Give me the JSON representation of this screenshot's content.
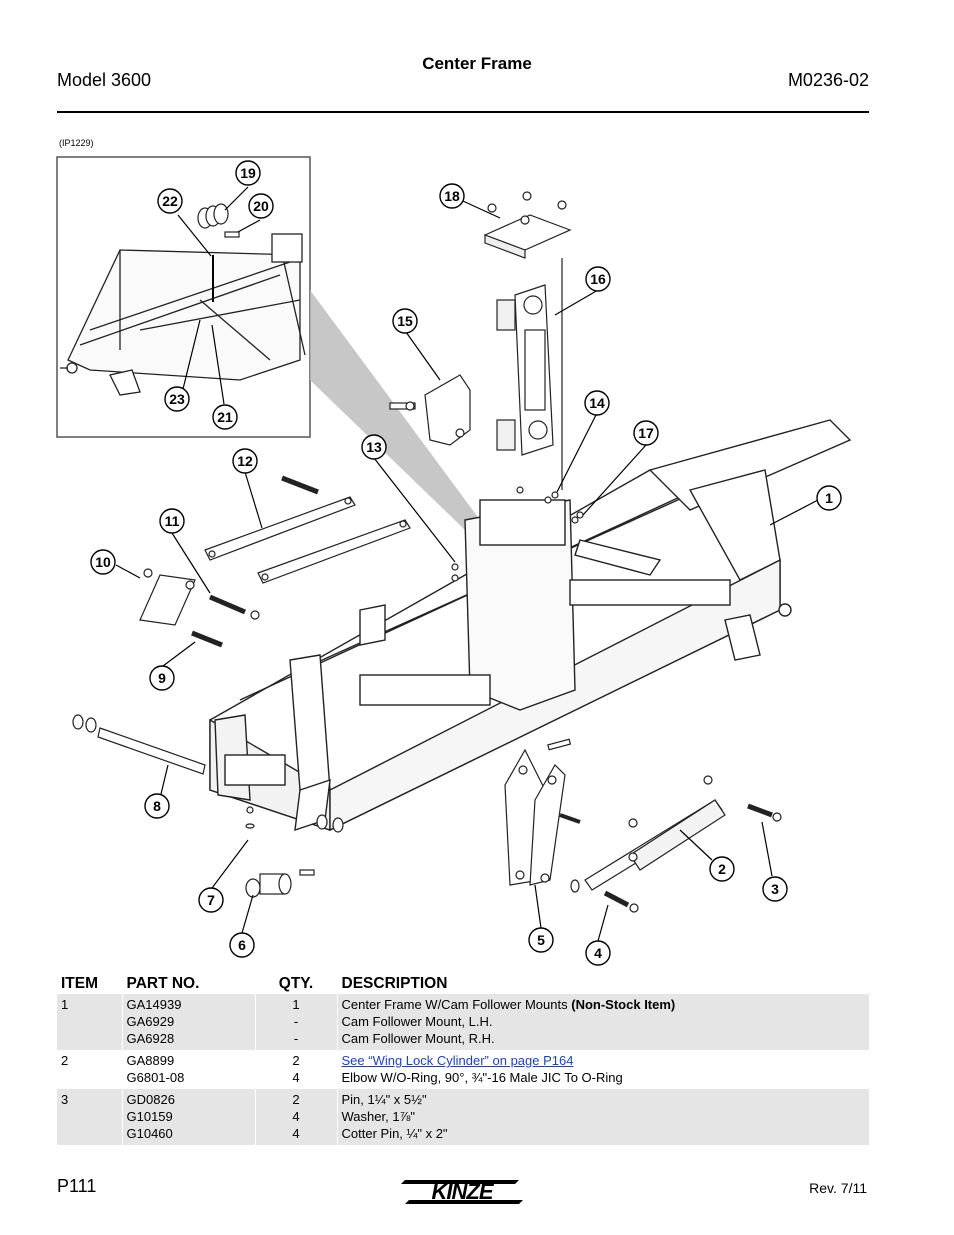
{
  "header": {
    "model": "Model 3600",
    "title": "Center Frame",
    "doc_number": "M0236-02"
  },
  "figure": {
    "id": "(IP1229)",
    "callouts": [
      "1",
      "2",
      "3",
      "4",
      "5",
      "6",
      "7",
      "8",
      "9",
      "10",
      "11",
      "12",
      "13",
      "14",
      "15",
      "16",
      "17",
      "18",
      "19",
      "20",
      "21",
      "22",
      "23"
    ]
  },
  "table": {
    "headers": {
      "item": "ITEM",
      "part": "PART NO.",
      "qty": "QTY.",
      "desc": "DESCRIPTION"
    },
    "rows": [
      {
        "item": "1",
        "parts": [
          "GA14939",
          "GA6929",
          "GA6928"
        ],
        "qtys": [
          "1",
          "-",
          "-"
        ],
        "descs": [
          "Center Frame W/Cam Follower Mounts",
          "Cam Follower Mount, L.H.",
          "Cam Follower Mount, R.H."
        ],
        "desc_note": "(Non-Stock Item)"
      },
      {
        "item": "2",
        "parts": [
          "GA8899",
          "G6801-08"
        ],
        "qtys": [
          "2",
          "4"
        ],
        "descs": [
          "See “Wing Lock Cylinder” on page P164",
          "Elbow W/O-Ring, 90°, ¾\"-16 Male JIC To O-Ring"
        ]
      },
      {
        "item": "3",
        "parts": [
          "GD0826",
          "G10159",
          "G10460"
        ],
        "qtys": [
          "2",
          "4",
          "4"
        ],
        "descs": [
          "Pin, 1¼\" x 5½\"",
          "Washer, 1⅞\"",
          "Cotter Pin, ¼\" x 2\""
        ]
      }
    ]
  },
  "footer": {
    "page": "P111",
    "brand": "KINZE",
    "revision": "Rev. 7/11"
  }
}
